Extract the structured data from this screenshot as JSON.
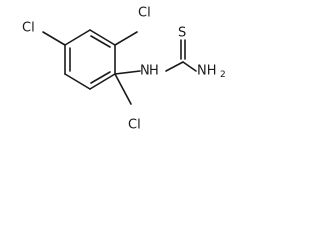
{
  "molecule": {
    "atoms": {
      "cl_top_left": "Cl",
      "cl_top_right": "Cl",
      "cl_bottom": "Cl",
      "sulfur": "S",
      "nh": "H",
      "nh_n": "N",
      "nh2_n": "NH",
      "nh2_sub": "2"
    }
  }
}
